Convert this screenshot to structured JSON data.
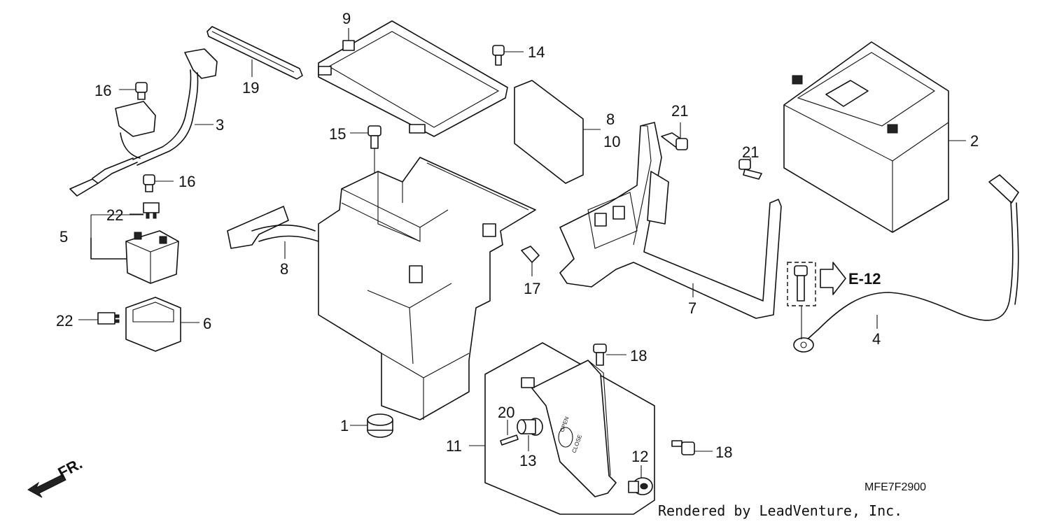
{
  "callouts": {
    "c1": "1",
    "c2": "2",
    "c3": "3",
    "c4": "4",
    "c5": "5",
    "c6": "6",
    "c7": "7",
    "c8a": "8",
    "c8b": "8",
    "c9": "9",
    "c10": "10",
    "c11": "11",
    "c12": "12",
    "c13": "13",
    "c14": "14",
    "c15": "15",
    "c16a": "16",
    "c16b": "16",
    "c17": "17",
    "c18a": "18",
    "c18b": "18",
    "c19": "19",
    "c20": "20",
    "c21a": "21",
    "c21b": "21",
    "c22a": "22",
    "c22b": "22"
  },
  "reference": "E-12",
  "front_marker": "FR.",
  "lid_open": "OPEN",
  "lid_close": "CLOSE",
  "diagram_code": "MFE7F2900",
  "credit": "Rendered by LeadVenture, Inc."
}
